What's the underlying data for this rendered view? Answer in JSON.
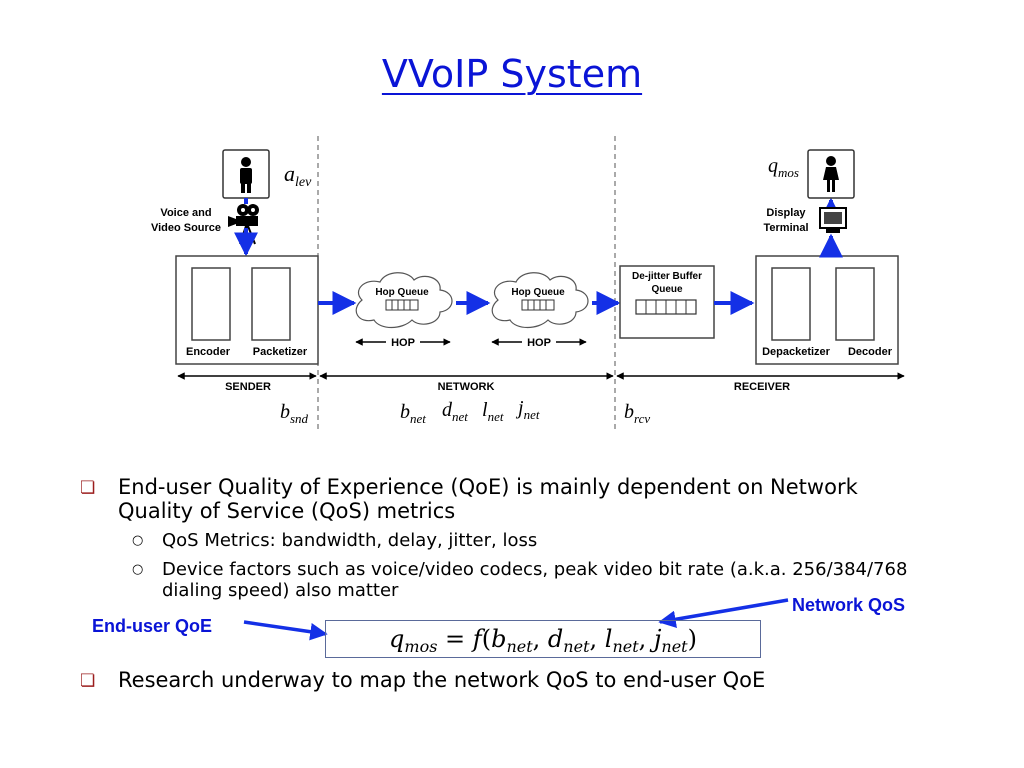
{
  "title": "VVoIP System",
  "diagram": {
    "voice_source_line1": "Voice and",
    "voice_source_line2": "Video Source",
    "display_line1": "Display",
    "display_line2": "Terminal",
    "encoder": "Encoder",
    "packetizer": "Packetizer",
    "depacketizer": "Depacketizer",
    "decoder": "Decoder",
    "hop_queue_1": "Hop Queue",
    "hop_queue_2": "Hop Queue",
    "hop_1": "HOP",
    "hop_2": "HOP",
    "dejitter_line1": "De-jitter Buffer",
    "dejitter_line2": "Queue",
    "sender": "SENDER",
    "network": "NETWORK",
    "receiver": "RECEIVER",
    "a_lev": {
      "base": "a",
      "sub": "lev"
    },
    "q_mos": {
      "base": "q",
      "sub": "mos"
    },
    "b_snd": {
      "base": "b",
      "sub": "snd"
    },
    "b_net": {
      "base": "b",
      "sub": "net"
    },
    "d_net": {
      "base": "d",
      "sub": "net"
    },
    "l_net": {
      "base": "l",
      "sub": "net"
    },
    "j_net": {
      "base": "j",
      "sub": "net"
    },
    "b_rcv": {
      "base": "b",
      "sub": "rcv"
    }
  },
  "bullets": {
    "main1": "End-user Quality of Experience (QoE) is mainly dependent on Network Quality of Service (QoS) metrics",
    "sub1": "QoS Metrics: bandwidth, delay, jitter, loss",
    "sub2": "Device factors such as voice/video codecs, peak video bit rate (a.k.a. 256/384/768 dialing speed) also matter",
    "main2": "Research underway to map the network QoS to end-user QoE"
  },
  "callouts": {
    "end_user_qoe": "End-user QoE",
    "network_qos": "Network QoS"
  },
  "formula": {
    "lhs_base": "q",
    "lhs_sub": "mos",
    "eq": "=",
    "f": "f",
    "open": "(",
    "close": ")",
    "comma1": ",",
    "comma2": ",",
    "comma3": ",",
    "b": "b",
    "d": "d",
    "l": "l",
    "j": "j",
    "b_sub": "net",
    "d_sub": "net",
    "l_sub": "net",
    "j_sub": "net"
  },
  "colors": {
    "title": "#0a14d6",
    "callout": "#0a14d6",
    "arrow": "#1430e6",
    "bullet_marker": "#9b1c1c"
  },
  "icons": {
    "bullet_main": "box-bullet-icon",
    "bullet_sub": "circle-bullet-icon"
  }
}
